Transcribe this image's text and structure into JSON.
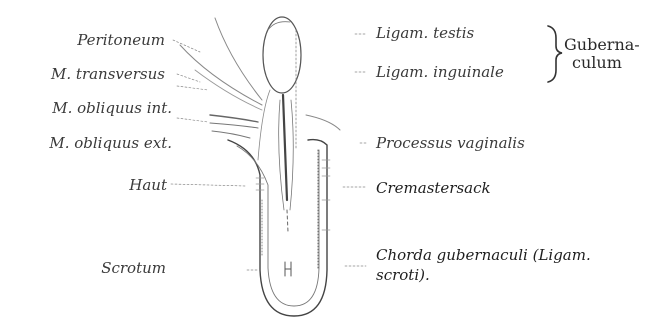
{
  "labels_left": {
    "peritoneum": "Peritoneum",
    "transversus": "M. transversus",
    "obliquus_int": "M. obliquus int.",
    "obliquus_ext": "M. obliquus ext.",
    "haut": "Haut",
    "scrotum": "Scrotum"
  },
  "labels_right": {
    "ligam_testis": "Ligam. testis",
    "ligam_inguinale": "Ligam. inguinale",
    "processus_vaginalis": "Processus vaginalis",
    "cremastersack": "Cremastersack",
    "chorda_line1": "Chorda gubernaculi (Ligam.",
    "chorda_line2": "scroti)."
  },
  "brace_group": {
    "line1": "Guberna-",
    "line2": "culum"
  }
}
